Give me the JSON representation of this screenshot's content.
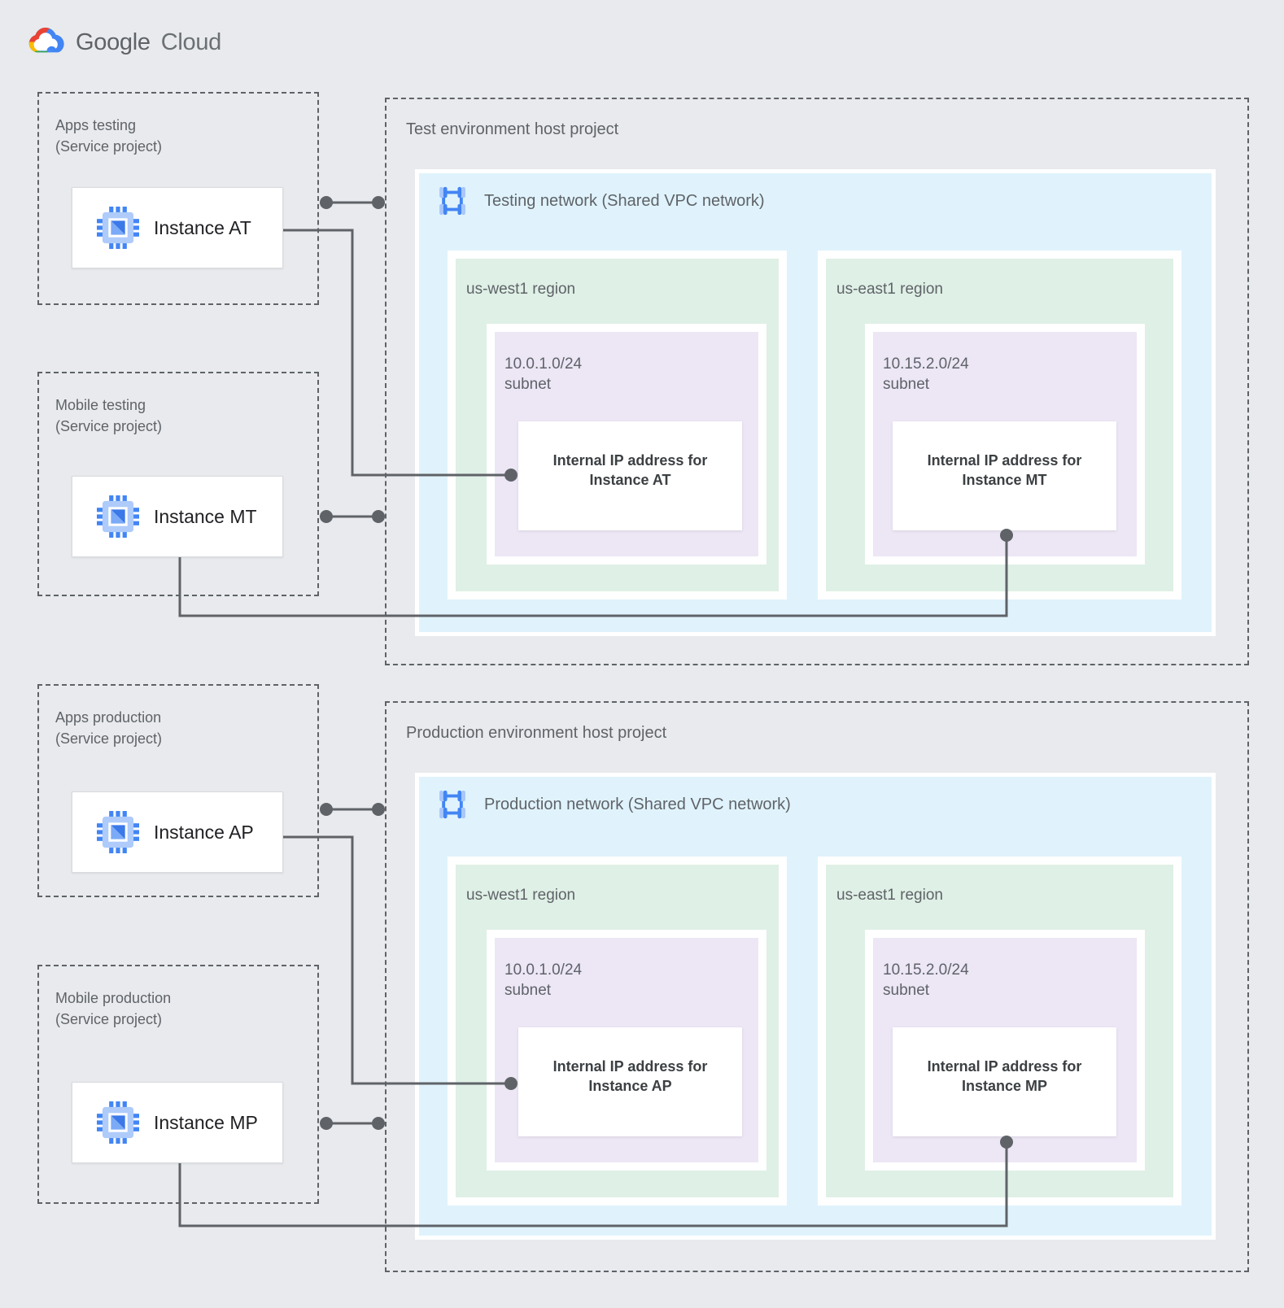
{
  "logo": {
    "brand": "Google",
    "product": "Cloud"
  },
  "palette": {
    "canvas_bg": "#E8EAED",
    "network_fill": "#E0F3FC",
    "region_fill": "#DFF0E6",
    "subnet_fill": "#ECE6F5",
    "card_fill": "#FFFFFF",
    "line_and_text_gray": "#5F6368",
    "instance_text": "#202124",
    "ip_text": "#3C4043",
    "google_blue": "#4285F4"
  },
  "icons": {
    "compute_engine": "chip-icon",
    "vpc_network": "square-network-icon",
    "logo_cloud": "google-cloud-multicolor-cloud",
    "connector_endpoint": "round-dot"
  },
  "service_projects": [
    {
      "name": "Apps testing",
      "kind": "(Service project)",
      "instance": "Instance AT"
    },
    {
      "name": "Mobile testing",
      "kind": "(Service project)",
      "instance": "Instance MT"
    },
    {
      "name": "Apps production",
      "kind": "(Service project)",
      "instance": "Instance AP"
    },
    {
      "name": "Mobile production",
      "kind": "(Service project)",
      "instance": "Instance MP"
    }
  ],
  "host_projects": [
    {
      "title": "Test environment host project",
      "network": "Testing network (Shared VPC network)",
      "regions": [
        {
          "name": "us-west1 region",
          "subnet_cidr": "10.0.1.0/24",
          "subnet_word": "subnet",
          "ip_line1": "Internal IP address for",
          "ip_line2": "Instance AT"
        },
        {
          "name": "us-east1 region",
          "subnet_cidr": "10.15.2.0/24",
          "subnet_word": "subnet",
          "ip_line1": "Internal IP address for",
          "ip_line2": "Instance MT"
        }
      ]
    },
    {
      "title": "Production environment host project",
      "network": "Production network (Shared VPC network)",
      "regions": [
        {
          "name": "us-west1 region",
          "subnet_cidr": "10.0.1.0/24",
          "subnet_word": "subnet",
          "ip_line1": "Internal IP address for",
          "ip_line2": "Instance AP"
        },
        {
          "name": "us-east1 region",
          "subnet_cidr": "10.15.2.0/24",
          "subnet_word": "subnet",
          "ip_line1": "Internal IP address for",
          "ip_line2": "Instance MP"
        }
      ]
    }
  ]
}
